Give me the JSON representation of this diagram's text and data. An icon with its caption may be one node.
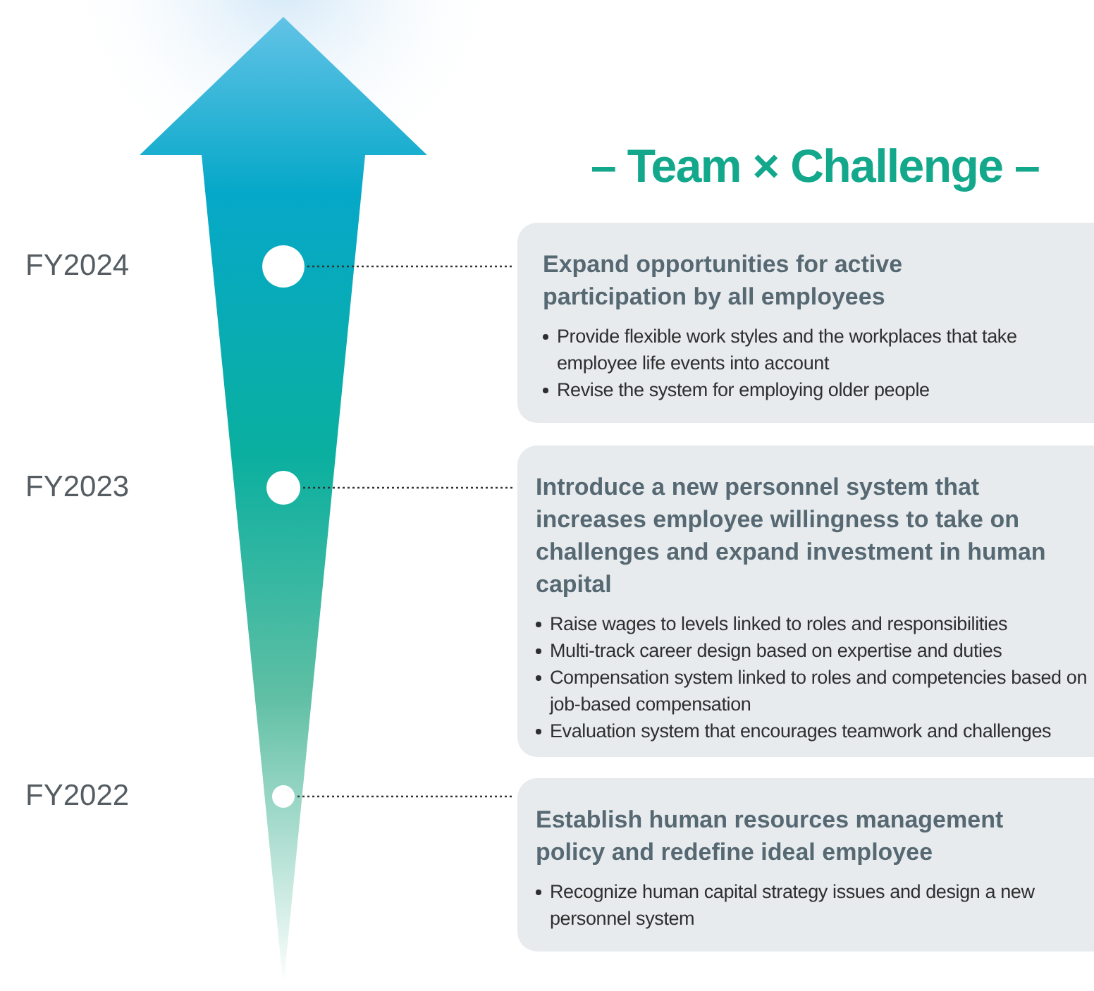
{
  "diagram": {
    "title": "– Team × Challenge –",
    "nodes": [
      {
        "text": [],
        "shape": "circle"
      },
      {
        "text": [
          "Expand opportunities for active participation by all employees",
          "Provide flexible work styles and the workplaces that take employee life events into account",
          "Revise the system for employing older people"
        ]
      },
      {
        "text": [],
        "shape": "circle"
      },
      {
        "text": [
          "Introduce a new personnel system that increases employee willingness to take on challenges and expand investment in human capital",
          "Raise wages to levels linked to roles and responsibilities",
          "Multi-track career design based on expertise and duties",
          "Compensation system linked to roles and competencies based on job-based compensation",
          "Evaluation system that encourages teamwork and challenges"
        ]
      },
      {
        "text": [],
        "shape": "circle"
      },
      {
        "text": [
          "Establish human resources management policy and redefine ideal employee",
          "Recognize human capital strategy issues and design a new personnel system"
        ]
      }
    ],
    "edges": [
      {
        "from": 0,
        "to": 1,
        "arrow": "none",
        "style": "dashed"
      },
      {
        "from": 2,
        "to": 3,
        "arrow": "none",
        "style": "dashed"
      },
      {
        "from": 4,
        "to": 5,
        "arrow": "none",
        "style": "dashed"
      }
    ],
    "labels": [
      "FY2024",
      "FY2023",
      "FY2022"
    ]
  }
}
